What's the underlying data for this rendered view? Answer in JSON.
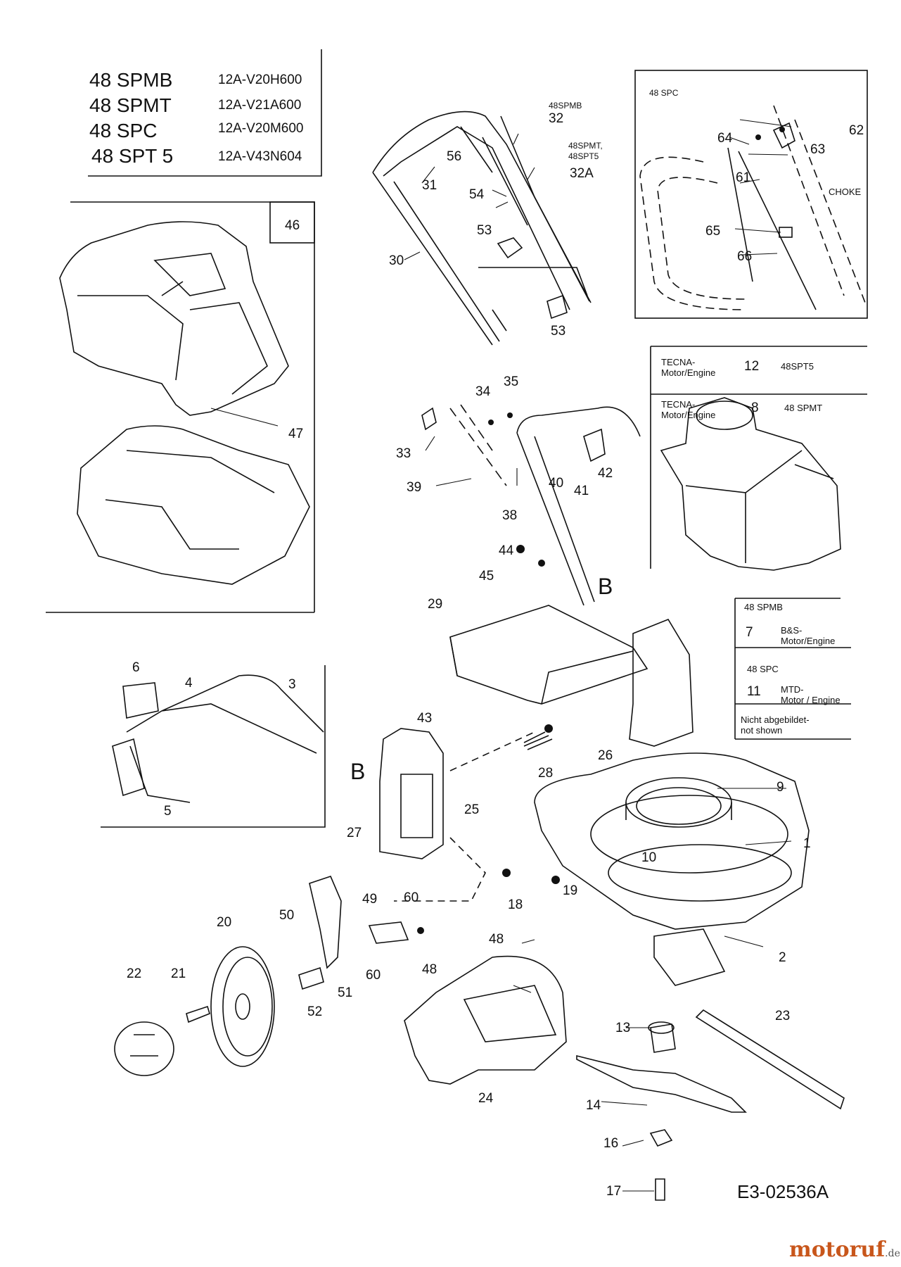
{
  "models": [
    {
      "name": "48 SPMB",
      "code": "12A-V20H600"
    },
    {
      "name": "48 SPMT",
      "code": "12A-V21A600"
    },
    {
      "name": "48 SPC",
      "code": "12A-V20M600"
    },
    {
      "name": "48 SPT 5",
      "code": "12A-V43N604"
    }
  ],
  "callouts": {
    "handle_cable_label": "48SPMB",
    "handle_alt_label": "48SPMT,\n48SPT5",
    "choke_box_title": "48 SPC",
    "choke_label": "CHOKE",
    "grass_bag_box": "46",
    "ref_b_upper": "B",
    "ref_b_lower": "B"
  },
  "engines": [
    {
      "brand": "TECNA-\nMotor/Engine",
      "part": "12",
      "model": "48SPT5"
    },
    {
      "brand": "TECNA-\nMotor/Engine",
      "part": "8",
      "model": "48 SPMT"
    }
  ],
  "engine_table": {
    "rows": [
      {
        "model": "48 SPMB",
        "part": "7",
        "desc": "B&S-\nMotor/Engine"
      },
      {
        "model": "48 SPC",
        "part": "11",
        "desc": "MTD-\nMotor / Engine"
      }
    ],
    "footer": "Nicht abgebildet-\nnot shown"
  },
  "part_numbers": [
    "1",
    "2",
    "3",
    "4",
    "5",
    "6",
    "10",
    "13",
    "14",
    "16",
    "17",
    "18",
    "19",
    "20",
    "21",
    "22",
    "23",
    "24",
    "25",
    "26",
    "27",
    "28",
    "29",
    "30",
    "31",
    "32",
    "32A",
    "33",
    "34",
    "35",
    "38",
    "39",
    "40",
    "41",
    "42",
    "43",
    "44",
    "45",
    "47",
    "48",
    "48",
    "49",
    "50",
    "51",
    "52",
    "53",
    "53",
    "54",
    "56",
    "60",
    "60",
    "61",
    "62",
    "63",
    "64",
    "65",
    "66",
    "9"
  ],
  "drawing_code": "E3-02536A",
  "watermark": {
    "brand": "motoruf",
    "tld": ".de"
  }
}
